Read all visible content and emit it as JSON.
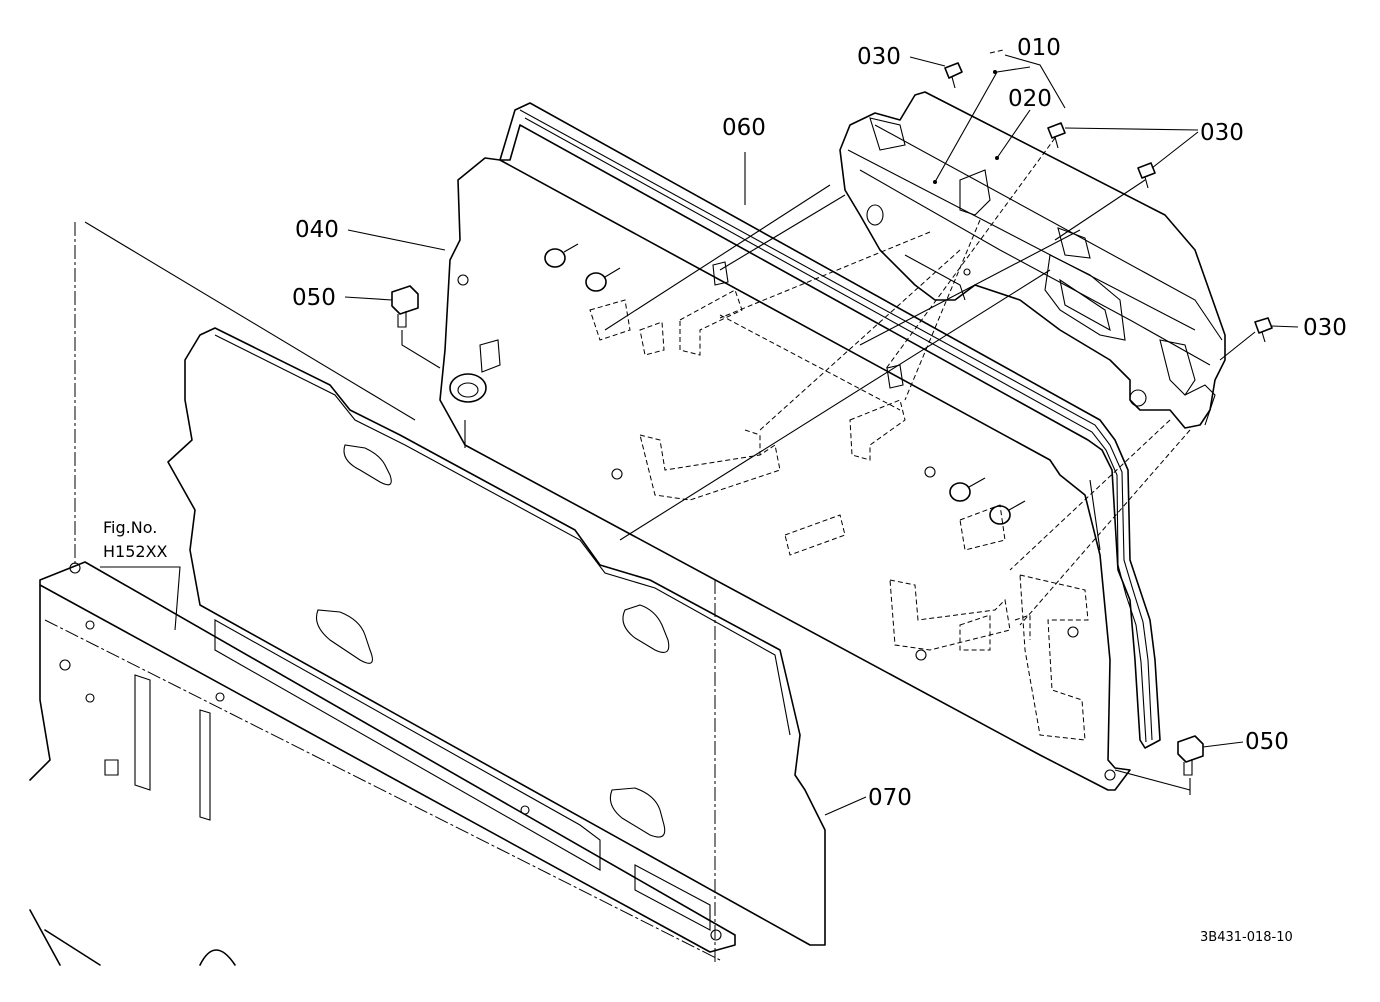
{
  "diagram": {
    "labels": {
      "p010": "010",
      "p020": "020",
      "p030": "030",
      "p040": "040",
      "p050": "050",
      "p060": "060",
      "p070": "070"
    },
    "figure_reference": {
      "line1": "Fig.No.",
      "line2": "H152XX"
    },
    "drawing_code": "3B431-018-10"
  }
}
